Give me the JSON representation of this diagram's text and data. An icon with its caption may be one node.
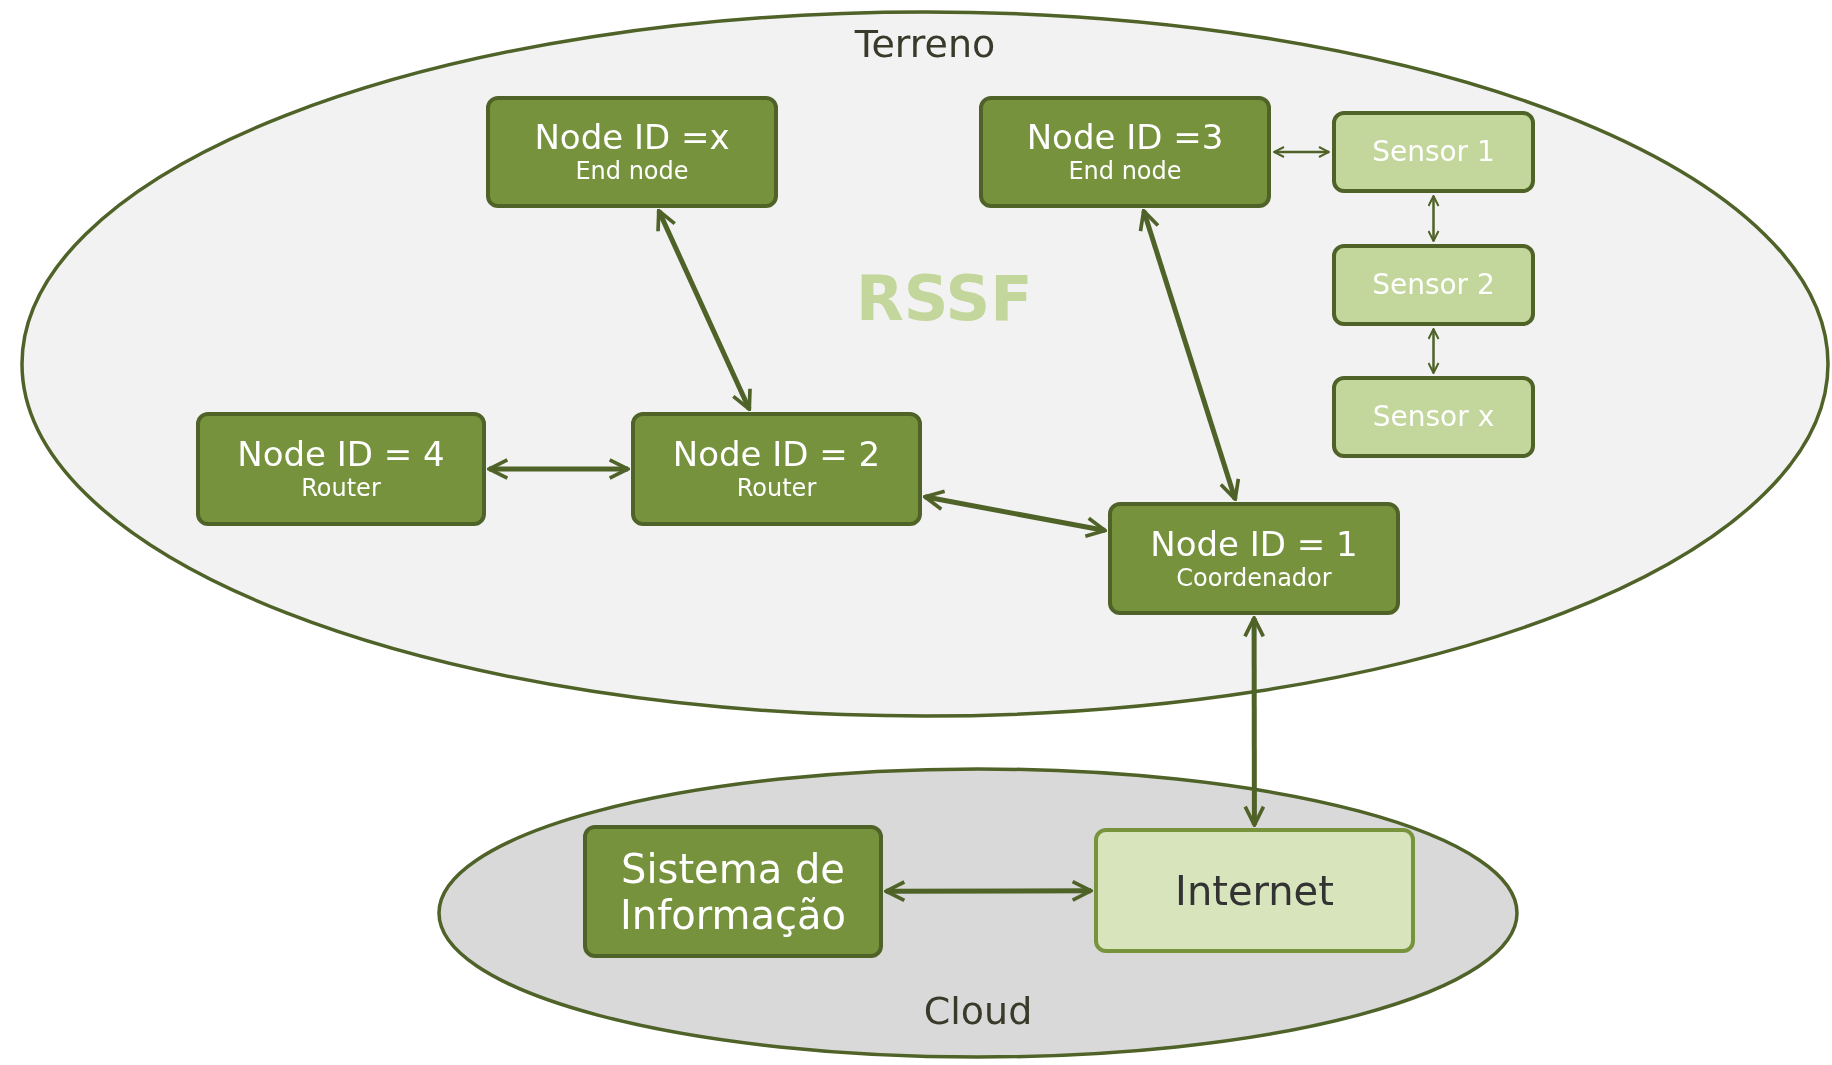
{
  "diagram": {
    "nodes": [
      {
        "text": [
          "Terreno"
        ]
      },
      {
        "text": [
          "Node ID =x",
          "End node"
        ],
        "in": 0
      },
      {
        "text": [
          "Node ID =3",
          "End node"
        ],
        "in": 0
      },
      {
        "text": [
          "Sensor 1"
        ],
        "in": 0
      },
      {
        "text": [
          "Sensor 2"
        ],
        "in": 0
      },
      {
        "text": [
          "Sensor x"
        ],
        "in": 0
      },
      {
        "text": [
          "Node ID = 4",
          "Router"
        ],
        "in": 0
      },
      {
        "text": [
          "Node ID = 2",
          "Router"
        ],
        "in": 0
      },
      {
        "text": [
          "Node ID = 1",
          "Coordenador"
        ],
        "in": 0
      },
      {
        "text": [
          "Cloud"
        ]
      },
      {
        "text": [
          "Sistema de Informação"
        ],
        "in": 9
      },
      {
        "text": [
          "Internet"
        ],
        "in": 9
      }
    ],
    "edges": [
      {
        "from": 1,
        "to": 7,
        "arrow": "both"
      },
      {
        "from": 2,
        "to": 8,
        "arrow": "both"
      },
      {
        "from": 2,
        "to": 3,
        "arrow": "both"
      },
      {
        "from": 3,
        "to": 4,
        "arrow": "both"
      },
      {
        "from": 4,
        "to": 5,
        "arrow": "both"
      },
      {
        "from": 6,
        "to": 7,
        "arrow": "both"
      },
      {
        "from": 7,
        "to": 8,
        "arrow": "both"
      },
      {
        "from": 8,
        "to": 11,
        "arrow": "both"
      },
      {
        "from": 10,
        "to": 11,
        "arrow": "both"
      }
    ],
    "labels": [
      "RSSF"
    ]
  }
}
